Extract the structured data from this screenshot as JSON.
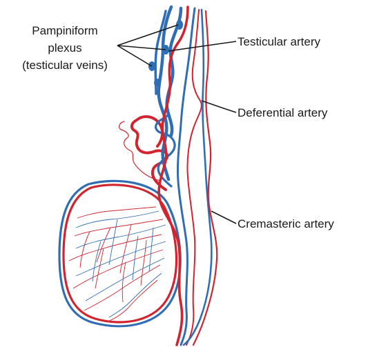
{
  "colors": {
    "artery": "#d1242f",
    "vein": "#2f6db5",
    "text": "#1a1a1a",
    "background": "#ffffff"
  },
  "labels": {
    "plexus_line1": "Pampiniform",
    "plexus_line2": "plexus",
    "plexus_line3": "(testicular veins)",
    "testicular_artery": "Testicular artery",
    "deferential_artery": "Deferential artery",
    "cremasteric_artery": "Cremasteric artery"
  }
}
